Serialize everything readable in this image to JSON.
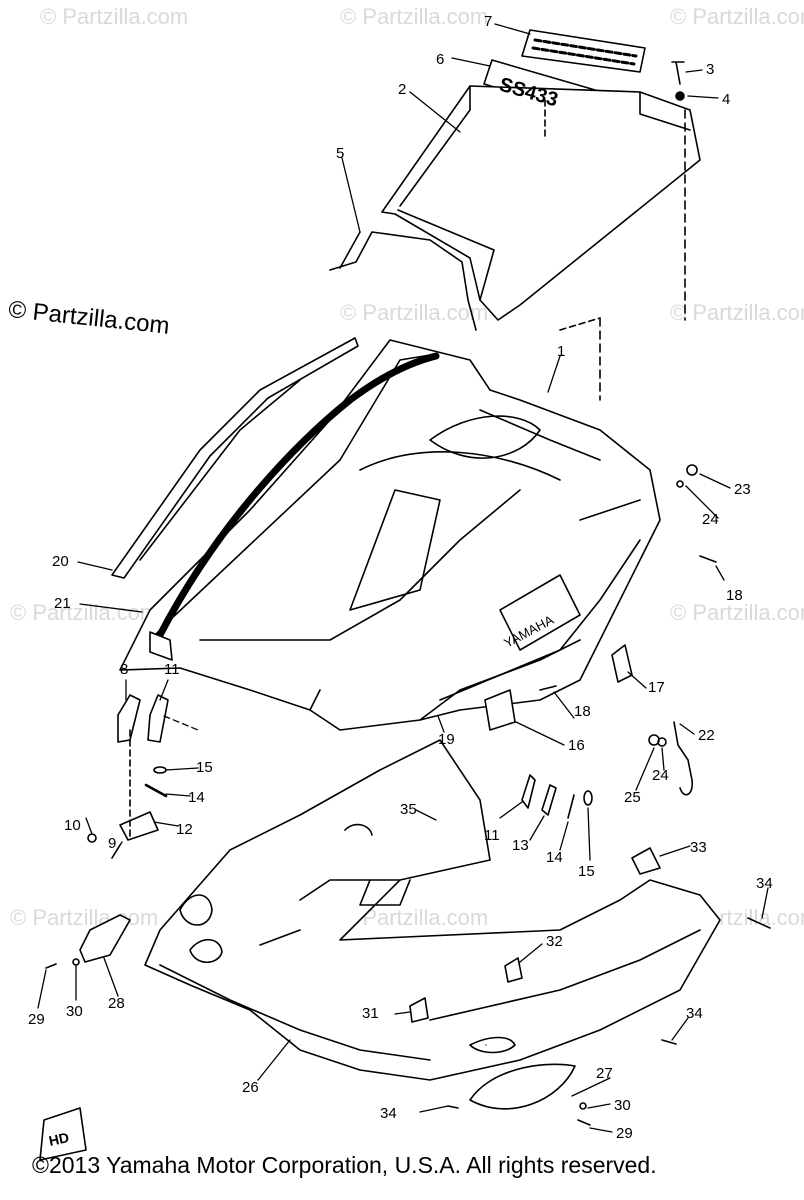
{
  "watermark": "© Partzilla.com",
  "corner_watermark": "© Partzilla.com",
  "copyright": "©2013  Yamaha Motor Corporation, U.S.A. All rights reserved.",
  "brand_label": "YAMAHA",
  "hood_decal": "SS433",
  "stamp_label": "HD",
  "callouts": [
    "1",
    "2",
    "3",
    "4",
    "5",
    "6",
    "7",
    "8",
    "9",
    "10",
    "11",
    "12",
    "13",
    "14",
    "15",
    "16",
    "17",
    "18",
    "19",
    "20",
    "21",
    "22",
    "23",
    "24",
    "25",
    "26",
    "27",
    "28",
    "29",
    "30",
    "31",
    "32",
    "33",
    "34",
    "35",
    "11",
    "14",
    "15",
    "18",
    "24",
    "29",
    "30",
    "34",
    "34"
  ]
}
